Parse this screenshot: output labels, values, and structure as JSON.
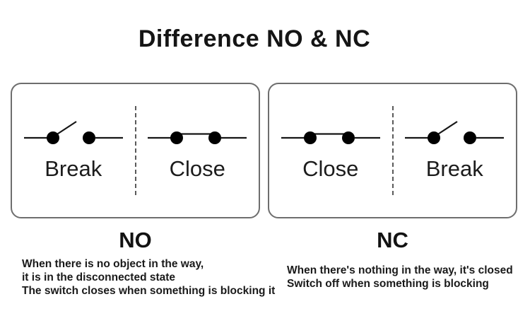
{
  "title": "Difference NO & NC",
  "colors": {
    "text": "#111111",
    "panel_border": "#6e6e6e",
    "divider": "#5a5a5a",
    "switch_ink": "#000000"
  },
  "panels": [
    {
      "label": "NO",
      "switches": [
        {
          "state": "open",
          "label": "Break"
        },
        {
          "state": "closed",
          "label": "Close"
        }
      ],
      "description": [
        "When there is no object in the way,",
        "it is in the disconnected state",
        "The switch closes when something is blocking it"
      ]
    },
    {
      "label": "NC",
      "switches": [
        {
          "state": "closed",
          "label": "Close"
        },
        {
          "state": "open",
          "label": "Break"
        }
      ],
      "description": [
        "When there's nothing in the way, it's closed",
        "Switch off when something is blocking"
      ]
    }
  ]
}
